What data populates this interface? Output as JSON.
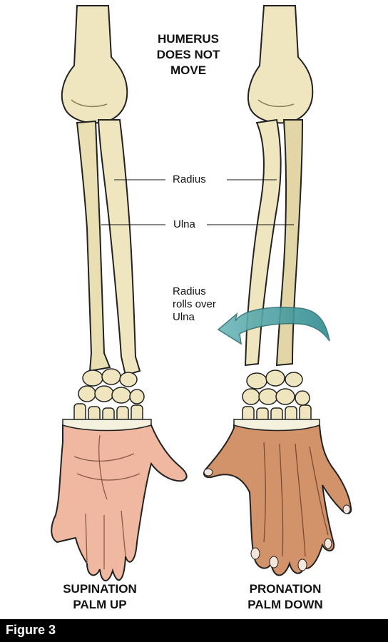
{
  "header_text": "HUMERUS\nDOES NOT\nMOVE",
  "labels": {
    "radius": "Radius",
    "ulna": "Ulna",
    "note": "Radius\nrolls over\nUlna"
  },
  "captions": {
    "left": "SUPINATION\nPALM UP",
    "right": "PRONATION\nPALM DOWN"
  },
  "figure_label": "Figure 3",
  "colors": {
    "bone": "#efe6bf",
    "bone_shadow": "#d9cc98",
    "outline": "#222222",
    "palm_light": "#f0b8a0",
    "palm_dark": "#d3936a",
    "arrow": "#3f9a9e",
    "footer": "#000000"
  }
}
